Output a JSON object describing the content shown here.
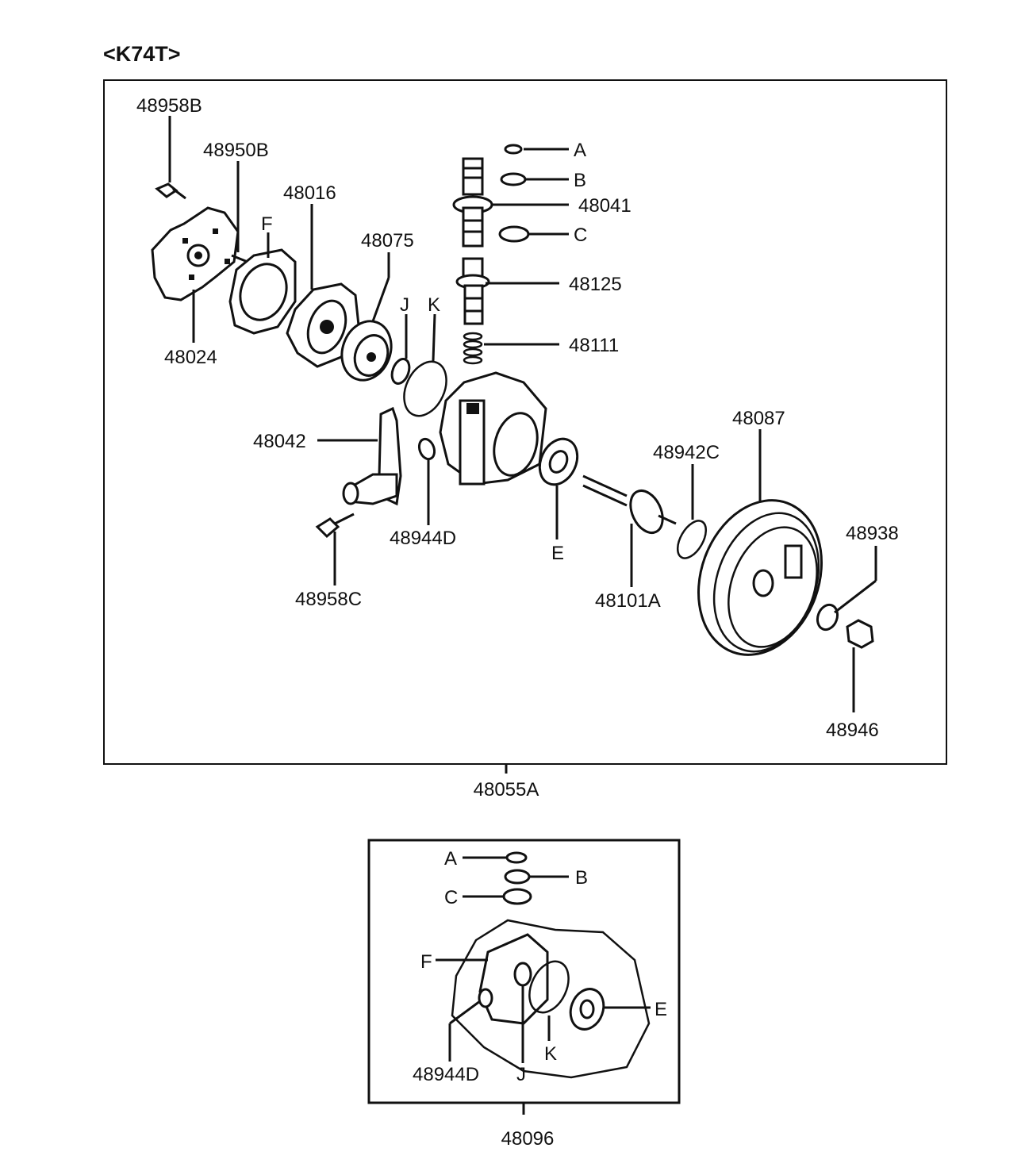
{
  "title": "<K74T>",
  "main": {
    "assembly_number": "48055A",
    "labels": {
      "p48958B": "48958B",
      "p48950B": "48950B",
      "p48016": "48016",
      "p48075": "48075",
      "pF": "F",
      "pJ": "J",
      "pK": "K",
      "p48024": "48024",
      "pA": "A",
      "pB": "B",
      "p48041": "48041",
      "pC": "C",
      "p48125": "48125",
      "p48111": "48111",
      "p48042": "48042",
      "p48944D": "48944D",
      "p48958C": "48958C",
      "pE": "E",
      "p48087": "48087",
      "p48942C": "48942C",
      "p48101A": "48101A",
      "p48938": "48938",
      "p48946": "48946"
    }
  },
  "kit": {
    "assembly_number": "48096",
    "labels": {
      "pA": "A",
      "pB": "B",
      "pC": "C",
      "pF": "F",
      "pE": "E",
      "p48944D": "48944D",
      "pJ": "J",
      "pK": "K"
    }
  }
}
